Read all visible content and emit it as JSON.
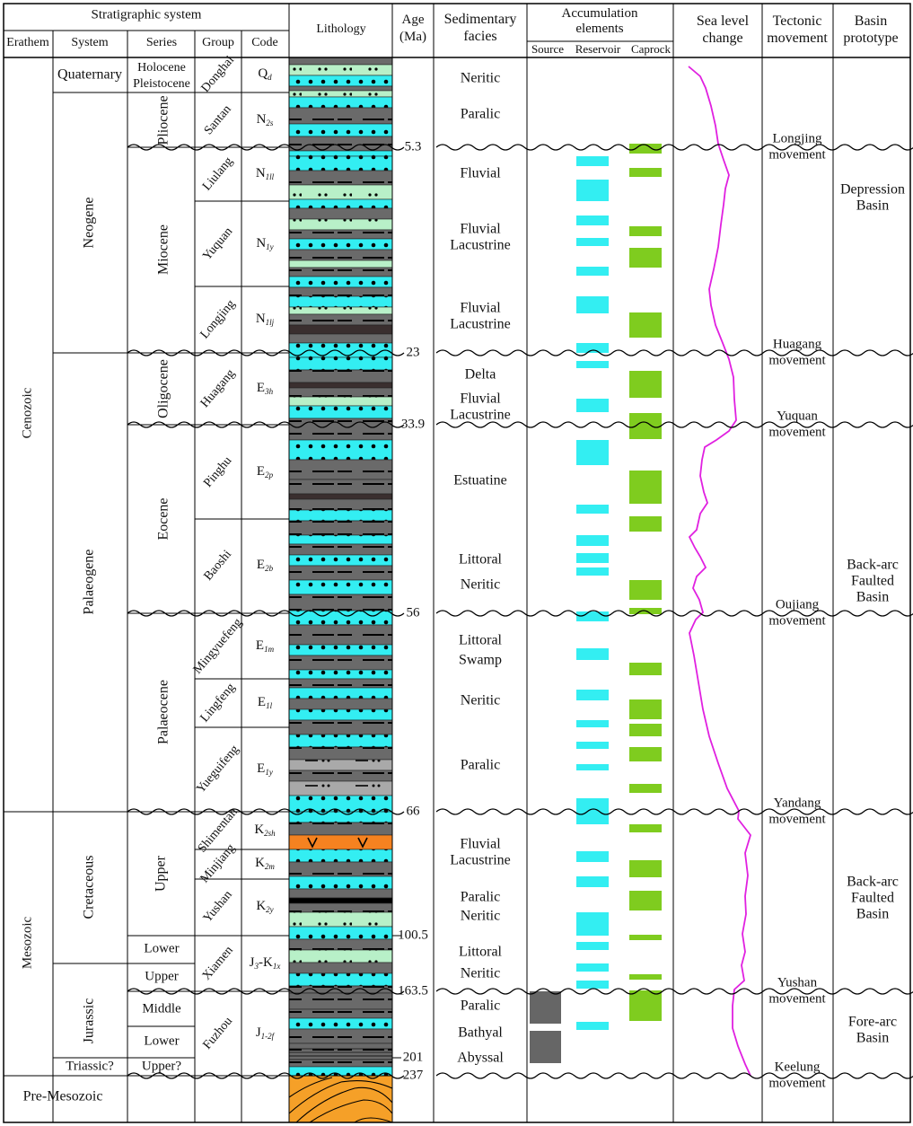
{
  "headers": {
    "stratigraphic_system": "Stratigraphic system",
    "erathem": "Erathem",
    "system": "System",
    "series": "Series",
    "group": "Group",
    "code": "Code",
    "lithology": "Lithology",
    "age": [
      "Age",
      "(Ma)"
    ],
    "facies": [
      "Sedimentary",
      "facies"
    ],
    "accumulation": [
      "Accumulation",
      "elements"
    ],
    "accumulation_sub": [
      "Source",
      "Reservoir",
      "Caprock"
    ],
    "sea_level": [
      "Sea level",
      "change"
    ],
    "tectonic": [
      "Tectonic",
      "movement"
    ],
    "basin": [
      "Basin",
      "prototype"
    ]
  },
  "erathems": [
    "Cenozoic",
    "Mesozoic",
    "Pre-Mesozoic"
  ],
  "systems": [
    "Quaternary",
    "Neogene",
    "Palaeogene",
    "Cretaceous",
    "Jurassic",
    "Triassic?"
  ],
  "series": [
    [
      "Holocene",
      "Pleistocene"
    ],
    "Pliocene",
    "Miocene",
    "Oligocene",
    "Eocene",
    "Palaeocene",
    "Upper",
    "Lower",
    "Upper",
    "Middle",
    "Lower",
    "Upper?"
  ],
  "groups": [
    "Donghai",
    "Santan",
    "Liulang",
    "Yuquan",
    "Longjing",
    "Huagang",
    "Pinghu",
    "Baoshi",
    "Mingyuefeng",
    "Lingfeng",
    "Yueguifeng",
    "Shimentan",
    "Minjiang",
    "Yushan",
    "Xiamen",
    "Fuzhou"
  ],
  "codes": [
    {
      "base": "Q",
      "sub": "d"
    },
    {
      "base": "N",
      "sub": "2s"
    },
    {
      "base": "N",
      "sub": "1ll"
    },
    {
      "base": "N",
      "sub": "1y"
    },
    {
      "base": "N",
      "sub": "1lj"
    },
    {
      "base": "E",
      "sub": "3h"
    },
    {
      "base": "E",
      "sub": "2p"
    },
    {
      "base": "E",
      "sub": "2b"
    },
    {
      "base": "E",
      "sub": "1m"
    },
    {
      "base": "E",
      "sub": "1l"
    },
    {
      "base": "E",
      "sub": "1y"
    },
    {
      "base": "K",
      "sub": "2sh"
    },
    {
      "base": "K",
      "sub": "2m"
    },
    {
      "base": "K",
      "sub": "2y"
    },
    {
      "base": "J",
      "sub": "3",
      "mid": "-K",
      "sub2": "1x"
    },
    {
      "base": "J",
      "sub": "1-2f"
    }
  ],
  "ages": [
    "5.3",
    "23",
    "33.9",
    "56",
    "66",
    "100.5",
    "163.5",
    "201",
    "237"
  ],
  "facies": [
    [
      "Neritic"
    ],
    [
      "Paralic"
    ],
    [
      "Fluvial"
    ],
    [
      "Fluvial",
      "Lacustrine"
    ],
    [
      "Fluvial",
      "Lacustrine"
    ],
    [
      "Delta"
    ],
    [
      "Fluvial",
      "Lacustrine"
    ],
    [
      "Estuatine"
    ],
    [
      "Littoral"
    ],
    [
      "Neritic"
    ],
    [
      "Littoral"
    ],
    [
      "Swamp"
    ],
    [
      "Neritic"
    ],
    [
      "Paralic"
    ],
    [
      "Fluvial",
      "Lacustrine"
    ],
    [
      "Paralic"
    ],
    [
      "Neritic"
    ],
    [
      "Littoral"
    ],
    [
      "Neritic"
    ],
    [
      "Paralic"
    ],
    [
      "Bathyal"
    ],
    [
      "Abyssal"
    ]
  ],
  "tectonic": [
    [
      "Longjing",
      "movement"
    ],
    [
      "Huagang",
      "movement"
    ],
    [
      "Yuquan",
      "movement"
    ],
    [
      "Oujiang",
      "movement"
    ],
    [
      "Yandang",
      "movement"
    ],
    [
      "Yushan",
      "movement"
    ],
    [
      "Keelung",
      "movement"
    ]
  ],
  "basins": [
    [
      "Depression",
      "Basin"
    ],
    [
      "Back-arc",
      "Faulted",
      "Basin"
    ],
    [
      "Back-arc",
      "Faulted",
      "Basin"
    ],
    [
      "Fore-arc",
      "Basin"
    ]
  ],
  "colors": {
    "cyan": "#33eef2",
    "green": "#7fcc1f",
    "lightgreen": "#b8f0c8",
    "darkgray": "#6a6a6a",
    "gray": "#a9a9a9",
    "darkbrown": "#3a2f2f",
    "orange": "#f58220",
    "basement": "#f5a028",
    "magenta": "#e020e0",
    "source": "#666666"
  }
}
